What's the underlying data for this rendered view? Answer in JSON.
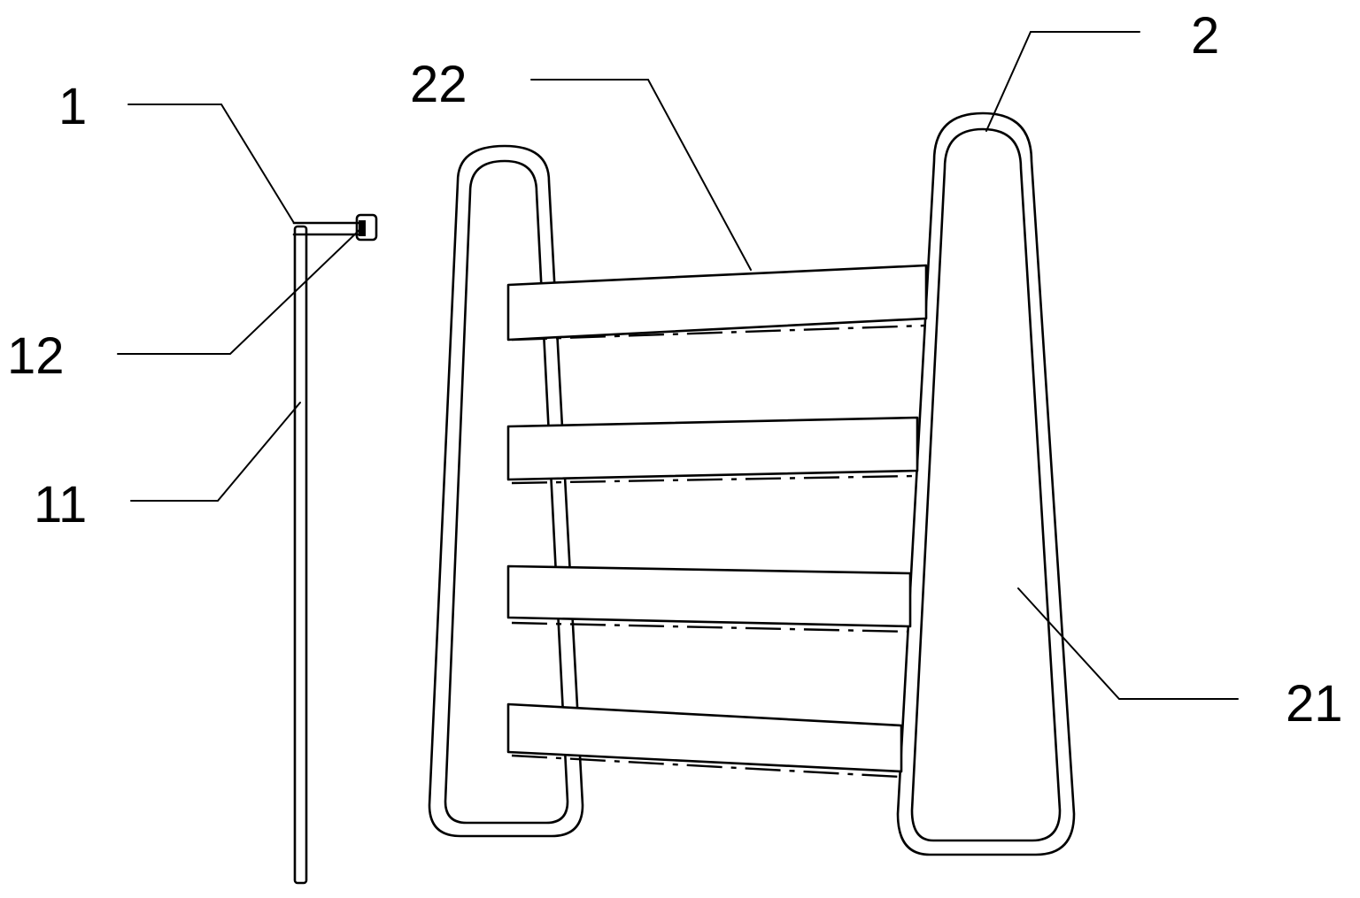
{
  "labels": {
    "part_1": "1",
    "part_2": "2",
    "part_11": "11",
    "part_12": "12",
    "part_21": "21",
    "part_22": "22"
  }
}
